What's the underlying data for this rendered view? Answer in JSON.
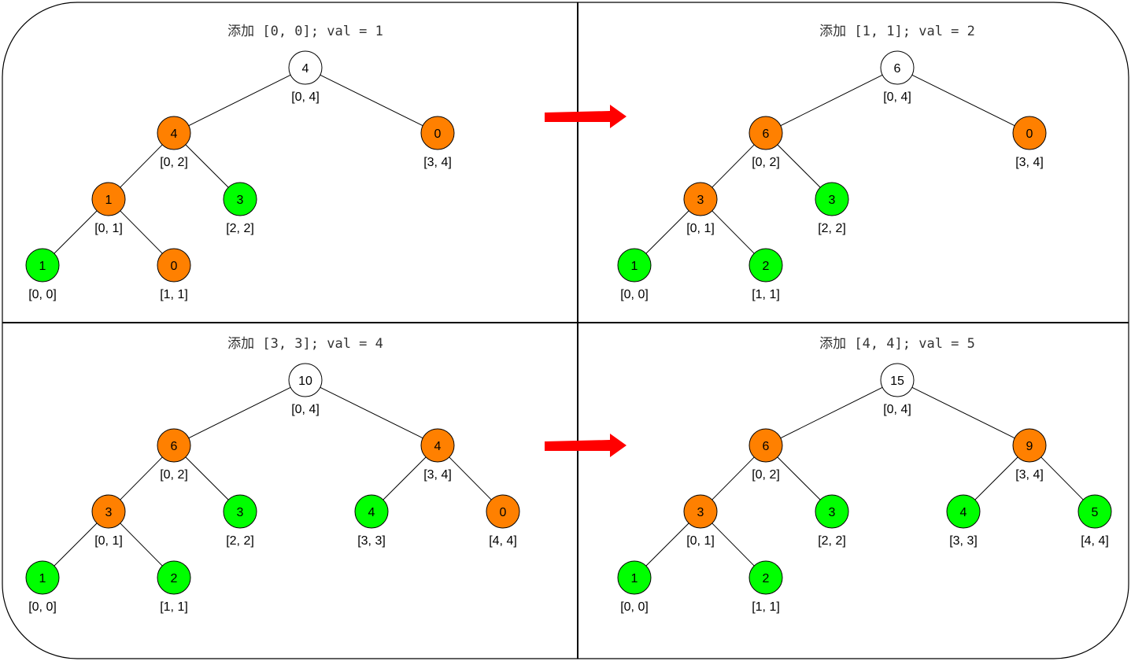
{
  "colors": {
    "updated": "#ff8000",
    "leaf": "#00ff00",
    "root": "#ffffff",
    "arrow": "#ff0000",
    "border": "#000000"
  },
  "panels": [
    {
      "title": "添加 [0, 0]; val = 1",
      "nodes": [
        {
          "id": "r",
          "value": "4",
          "range": "[0, 4]",
          "fill": "root"
        },
        {
          "id": "a",
          "value": "4",
          "range": "[0, 2]",
          "fill": "updated"
        },
        {
          "id": "b",
          "value": "0",
          "range": "[3, 4]",
          "fill": "updated"
        },
        {
          "id": "c",
          "value": "1",
          "range": "[0, 1]",
          "fill": "updated"
        },
        {
          "id": "d",
          "value": "3",
          "range": "[2, 2]",
          "fill": "leaf"
        },
        {
          "id": "g",
          "value": "1",
          "range": "[0, 0]",
          "fill": "leaf"
        },
        {
          "id": "h",
          "value": "0",
          "range": "[1, 1]",
          "fill": "updated"
        }
      ],
      "edges": [
        [
          "r",
          "a"
        ],
        [
          "r",
          "b"
        ],
        [
          "a",
          "c"
        ],
        [
          "a",
          "d"
        ],
        [
          "c",
          "g"
        ],
        [
          "c",
          "h"
        ]
      ]
    },
    {
      "title": "添加 [1, 1]; val = 2",
      "nodes": [
        {
          "id": "r",
          "value": "6",
          "range": "[0, 4]",
          "fill": "root"
        },
        {
          "id": "a",
          "value": "6",
          "range": "[0, 2]",
          "fill": "updated"
        },
        {
          "id": "b",
          "value": "0",
          "range": "[3, 4]",
          "fill": "updated"
        },
        {
          "id": "c",
          "value": "3",
          "range": "[0, 1]",
          "fill": "updated"
        },
        {
          "id": "d",
          "value": "3",
          "range": "[2, 2]",
          "fill": "leaf"
        },
        {
          "id": "g",
          "value": "1",
          "range": "[0, 0]",
          "fill": "leaf"
        },
        {
          "id": "h",
          "value": "2",
          "range": "[1, 1]",
          "fill": "leaf"
        }
      ],
      "edges": [
        [
          "r",
          "a"
        ],
        [
          "r",
          "b"
        ],
        [
          "a",
          "c"
        ],
        [
          "a",
          "d"
        ],
        [
          "c",
          "g"
        ],
        [
          "c",
          "h"
        ]
      ]
    },
    {
      "title": "添加 [3, 3]; val = 4",
      "nodes": [
        {
          "id": "r",
          "value": "10",
          "range": "[0, 4]",
          "fill": "root"
        },
        {
          "id": "a",
          "value": "6",
          "range": "[0, 2]",
          "fill": "updated"
        },
        {
          "id": "b",
          "value": "4",
          "range": "[3, 4]",
          "fill": "updated"
        },
        {
          "id": "c",
          "value": "3",
          "range": "[0, 1]",
          "fill": "updated"
        },
        {
          "id": "d",
          "value": "3",
          "range": "[2, 2]",
          "fill": "leaf"
        },
        {
          "id": "e",
          "value": "4",
          "range": "[3, 3]",
          "fill": "leaf"
        },
        {
          "id": "f",
          "value": "0",
          "range": "[4, 4]",
          "fill": "updated"
        },
        {
          "id": "g",
          "value": "1",
          "range": "[0, 0]",
          "fill": "leaf"
        },
        {
          "id": "h",
          "value": "2",
          "range": "[1, 1]",
          "fill": "leaf"
        }
      ],
      "edges": [
        [
          "r",
          "a"
        ],
        [
          "r",
          "b"
        ],
        [
          "a",
          "c"
        ],
        [
          "a",
          "d"
        ],
        [
          "b",
          "e"
        ],
        [
          "b",
          "f"
        ],
        [
          "c",
          "g"
        ],
        [
          "c",
          "h"
        ]
      ]
    },
    {
      "title": "添加 [4, 4]; val = 5",
      "nodes": [
        {
          "id": "r",
          "value": "15",
          "range": "[0, 4]",
          "fill": "root"
        },
        {
          "id": "a",
          "value": "6",
          "range": "[0, 2]",
          "fill": "updated"
        },
        {
          "id": "b",
          "value": "9",
          "range": "[3, 4]",
          "fill": "updated"
        },
        {
          "id": "c",
          "value": "3",
          "range": "[0, 1]",
          "fill": "updated"
        },
        {
          "id": "d",
          "value": "3",
          "range": "[2, 2]",
          "fill": "leaf"
        },
        {
          "id": "e",
          "value": "4",
          "range": "[3, 3]",
          "fill": "leaf"
        },
        {
          "id": "f",
          "value": "5",
          "range": "[4, 4]",
          "fill": "leaf"
        },
        {
          "id": "g",
          "value": "1",
          "range": "[0, 0]",
          "fill": "leaf"
        },
        {
          "id": "h",
          "value": "2",
          "range": "[1, 1]",
          "fill": "leaf"
        }
      ],
      "edges": [
        [
          "r",
          "a"
        ],
        [
          "r",
          "b"
        ],
        [
          "a",
          "c"
        ],
        [
          "a",
          "d"
        ],
        [
          "b",
          "e"
        ],
        [
          "b",
          "f"
        ],
        [
          "c",
          "g"
        ],
        [
          "c",
          "h"
        ]
      ]
    }
  ]
}
